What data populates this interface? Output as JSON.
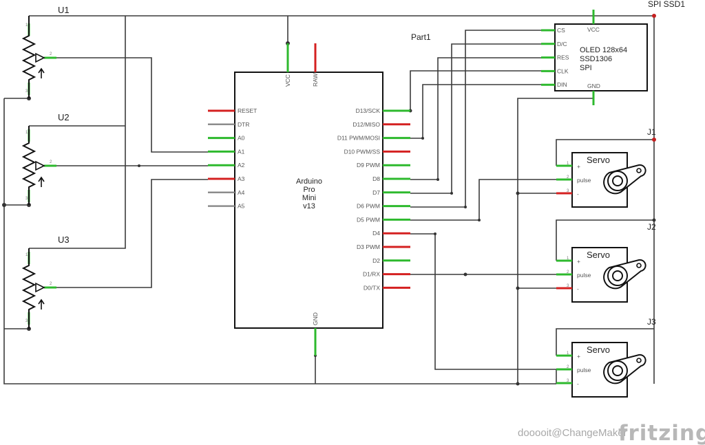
{
  "parts": {
    "u1": "U1",
    "u2": "U2",
    "u3": "U3",
    "part1": "Part1",
    "spi_ssd1": "SPI SSD1",
    "j1": "J1",
    "j2": "J2",
    "j3": "J3"
  },
  "arduino": {
    "name_line1": "Arduino",
    "name_line2": "Pro",
    "name_line3": "Mini",
    "name_line4": "v13",
    "top_pins": [
      "VCC",
      "RAW"
    ],
    "bottom_pin": "GND",
    "left_pins": [
      "RESET",
      "DTR",
      "A0",
      "A1",
      "A2",
      "A3",
      "A4",
      "A5"
    ],
    "right_pins": [
      "D13/SCK",
      "D12/MISO",
      "D11 PWM/MOSI",
      "D10 PWM/SS",
      "D9 PWM",
      "D8",
      "D7",
      "D6 PWM",
      "D5 PWM",
      "D4",
      "D3 PWM",
      "D2",
      "D1/RX",
      "D0/TX"
    ]
  },
  "oled": {
    "line1": "OLED 128x64",
    "line2": "SSD1306",
    "line3": "SPI",
    "pins": [
      "CS",
      "D/C",
      "RES",
      "CLK",
      "DIN"
    ],
    "vcc": "VCC",
    "gnd": "GND"
  },
  "servo": {
    "title": "Servo",
    "plus": "+",
    "pulse": "pulse",
    "minus": "-"
  },
  "pot_pin_numbers": [
    "1",
    "2",
    "3"
  ],
  "servo_pin_numbers": [
    "1",
    "2",
    "3"
  ],
  "watermark": "dooooit@ChangeMaker",
  "brand": "fritzing",
  "colors": {
    "wire": "#3a3a3a",
    "connected": "#2db92d",
    "unconnected": "#d42020",
    "brand": "#b8b8b8"
  }
}
